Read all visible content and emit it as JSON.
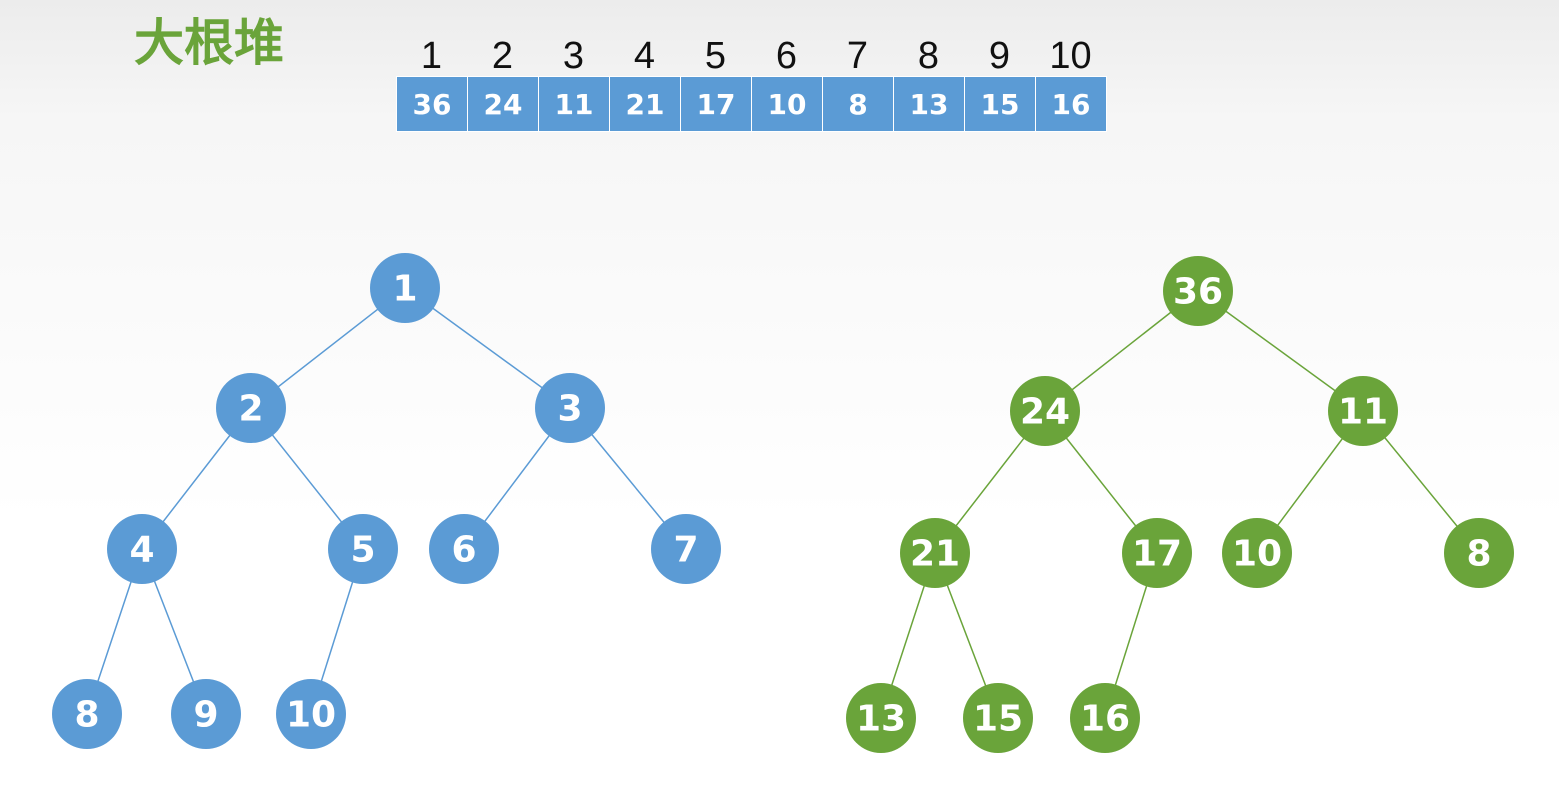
{
  "title": "大根堆",
  "colors": {
    "title": "#6aa43a",
    "index_tree": "#5b9bd5",
    "value_tree": "#6aa43a",
    "array_cell": "#5b9bd5"
  },
  "array": {
    "indices": [
      "1",
      "2",
      "3",
      "4",
      "5",
      "6",
      "7",
      "8",
      "9",
      "10"
    ],
    "values": [
      "36",
      "24",
      "11",
      "21",
      "17",
      "10",
      "8",
      "13",
      "15",
      "16"
    ]
  },
  "index_tree": {
    "nodes": [
      {
        "id": "i1",
        "label": "1"
      },
      {
        "id": "i2",
        "label": "2"
      },
      {
        "id": "i3",
        "label": "3"
      },
      {
        "id": "i4",
        "label": "4"
      },
      {
        "id": "i5",
        "label": "5"
      },
      {
        "id": "i6",
        "label": "6"
      },
      {
        "id": "i7",
        "label": "7"
      },
      {
        "id": "i8",
        "label": "8"
      },
      {
        "id": "i9",
        "label": "9"
      },
      {
        "id": "i10",
        "label": "10"
      }
    ],
    "edges": [
      [
        "i1",
        "i2"
      ],
      [
        "i1",
        "i3"
      ],
      [
        "i2",
        "i4"
      ],
      [
        "i2",
        "i5"
      ],
      [
        "i3",
        "i6"
      ],
      [
        "i3",
        "i7"
      ],
      [
        "i4",
        "i8"
      ],
      [
        "i4",
        "i9"
      ],
      [
        "i5",
        "i10"
      ]
    ]
  },
  "value_tree": {
    "nodes": [
      {
        "id": "v1",
        "label": "36"
      },
      {
        "id": "v2",
        "label": "24"
      },
      {
        "id": "v3",
        "label": "11"
      },
      {
        "id": "v4",
        "label": "21"
      },
      {
        "id": "v5",
        "label": "17"
      },
      {
        "id": "v6",
        "label": "10"
      },
      {
        "id": "v7",
        "label": "8"
      },
      {
        "id": "v8",
        "label": "13"
      },
      {
        "id": "v9",
        "label": "15"
      },
      {
        "id": "v10",
        "label": "16"
      }
    ],
    "edges": [
      [
        "v1",
        "v2"
      ],
      [
        "v1",
        "v3"
      ],
      [
        "v2",
        "v4"
      ],
      [
        "v2",
        "v5"
      ],
      [
        "v3",
        "v6"
      ],
      [
        "v3",
        "v7"
      ],
      [
        "v4",
        "v8"
      ],
      [
        "v4",
        "v9"
      ],
      [
        "v5",
        "v10"
      ]
    ]
  }
}
